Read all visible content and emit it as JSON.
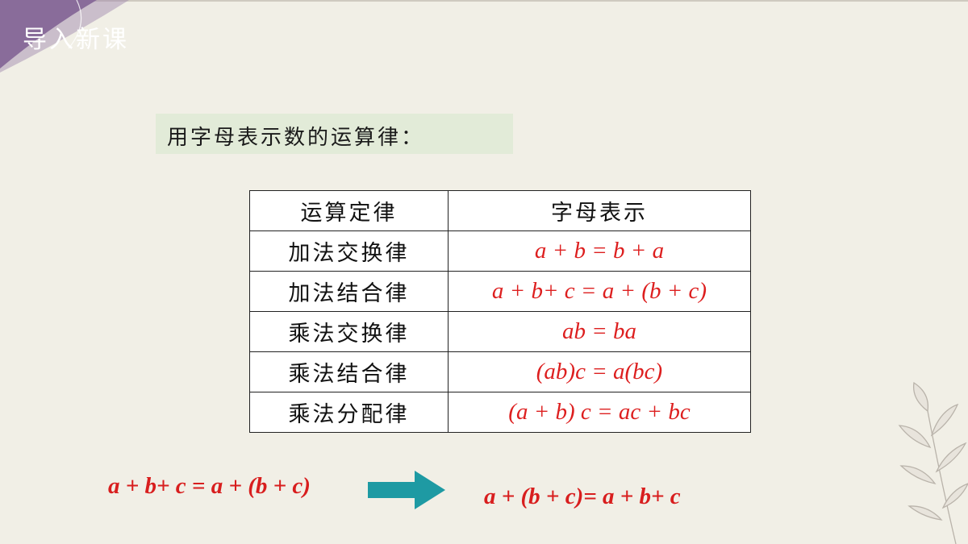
{
  "header": {
    "section_title": "导入新课"
  },
  "intro": {
    "text": "用字母表示数的运算律："
  },
  "table": {
    "columns": [
      "运算定律",
      "字母表示"
    ],
    "rows": [
      {
        "law": "加法交换律",
        "expression": "a + b = b + a"
      },
      {
        "law": "加法结合律",
        "expression": "a + b+ c = a + (b + c)"
      },
      {
        "law": "乘法交换律",
        "expression": "ab = ba"
      },
      {
        "law": "乘法结合律",
        "expression": "(ab)c = a(bc)"
      },
      {
        "law": "乘法分配律",
        "expression": "(a + b) c = ac + bc"
      }
    ]
  },
  "bottom": {
    "left_expression": "a + b+ c = a + (b + c)",
    "right_expression": "a + (b + c)= a + b+ c"
  },
  "colors": {
    "formula": "#dd1f1f",
    "arrow": "#1e9aa3",
    "corner": "#7a5a8c",
    "intro_bg": "#e2ebd8"
  },
  "icons": {
    "arrow": "right-arrow-icon",
    "decoration": "leaf-branch-icon"
  }
}
